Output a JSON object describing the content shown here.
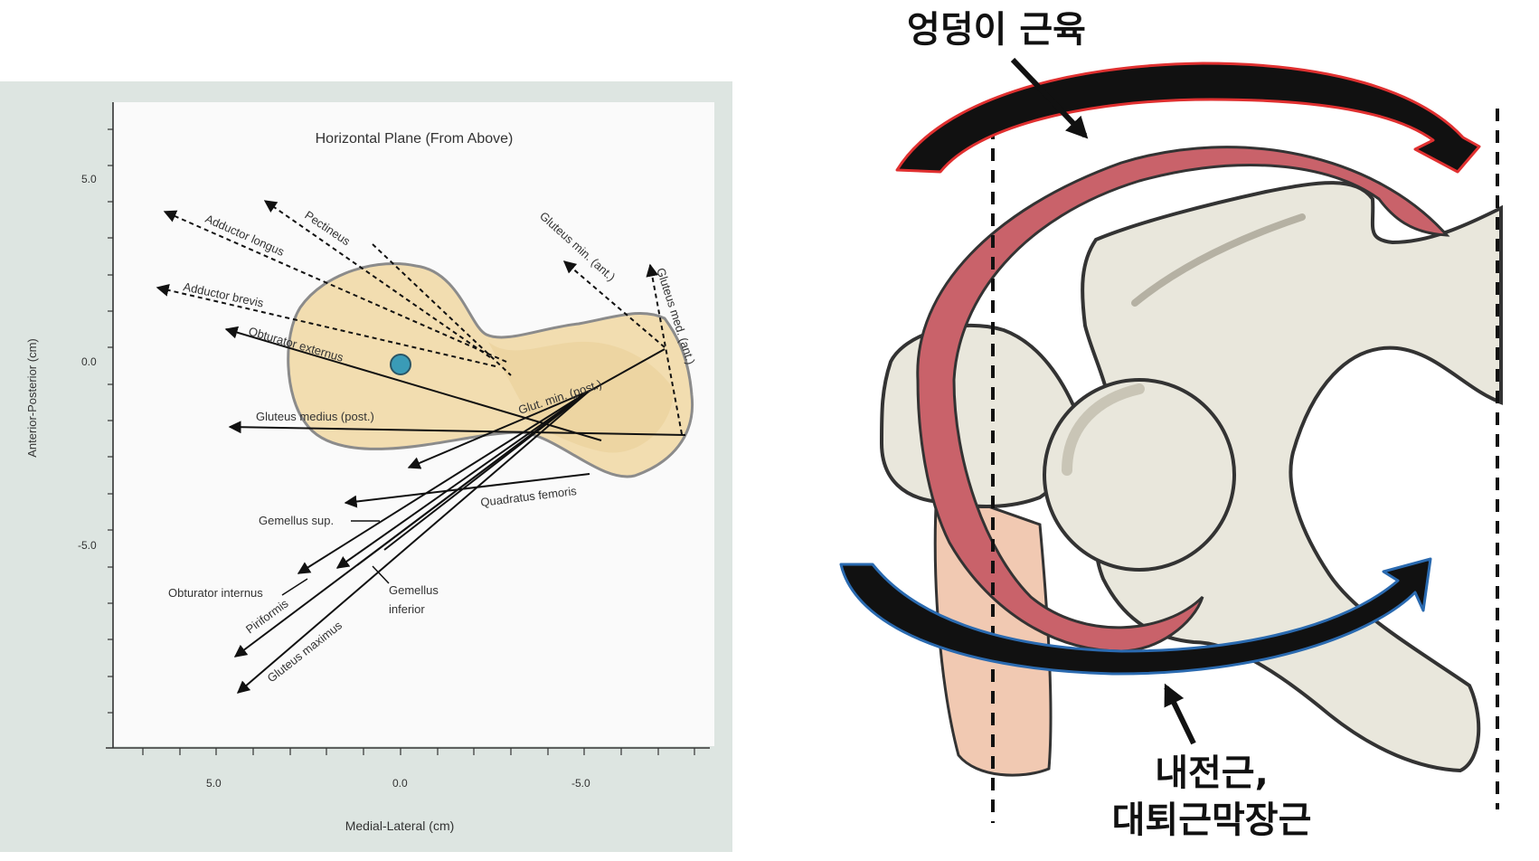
{
  "left_figure": {
    "title": "Horizontal Plane (From Above)",
    "y_axis_label": "Anterior-Posterior (cm)",
    "x_axis_label": "Medial-Lateral (cm)",
    "y_ticks": [
      "5.0",
      "0.0",
      "-5.0"
    ],
    "x_ticks": [
      "5.0",
      "0.0",
      "-5.0"
    ],
    "muscle_labels": {
      "adductor_longus": "Adductor longus",
      "pectineus": "Pectineus",
      "adductor_brevis": "Adductor brevis",
      "obturator_externus": "Obturator externus",
      "gluteus_min_ant": "Gluteus min. (ant.)",
      "gluteus_med_ant": "Gluteus med. (ant.)",
      "glut_min_post": "Glut. min. (post.)",
      "gluteus_medius_post": "Gluteus medius (post.)",
      "quadratus_femoris": "Quadratus femoris",
      "gemellus_sup": "Gemellus sup.",
      "obturator_internus": "Obturator internus",
      "gemellus_inferior_1": "Gemellus",
      "gemellus_inferior_2": "inferior",
      "piriformis": "Piriformis",
      "gluteus_maximus": "Gluteus maximus"
    }
  },
  "right_figure": {
    "top_label": "엉덩이 근육",
    "bottom_label_line1": "내전근,",
    "bottom_label_line2": "대퇴근막장근",
    "colors": {
      "top_arc": "#e03030",
      "bottom_arc": "#2a6ab0",
      "muscle": "#c9626a",
      "bone": "#e9e7dc",
      "bone_outline": "#333333",
      "fascia": "#f1c9b2"
    }
  }
}
